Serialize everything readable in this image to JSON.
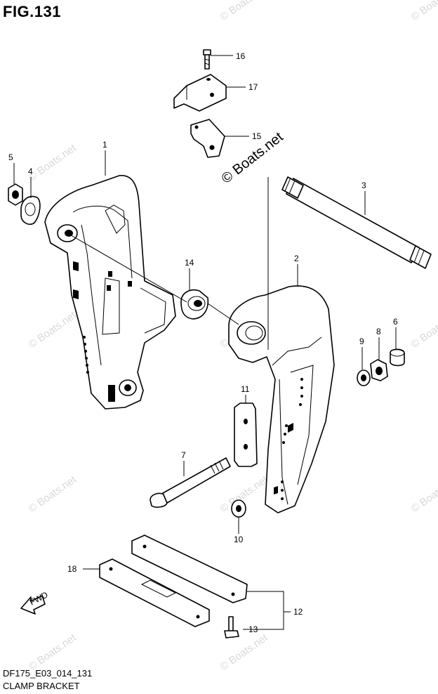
{
  "figure": {
    "title": "FIG.131",
    "code": "DF175_E03_014_131",
    "name": "CLAMP BRACKET",
    "brand": "© Boats.net",
    "watermark": "© Boats.net",
    "direction_label": "FWD"
  },
  "callouts": [
    "1",
    "2",
    "3",
    "4",
    "5",
    "6",
    "7",
    "8",
    "9",
    "10",
    "11",
    "12",
    "13",
    "14",
    "15",
    "16",
    "17",
    "18"
  ]
}
